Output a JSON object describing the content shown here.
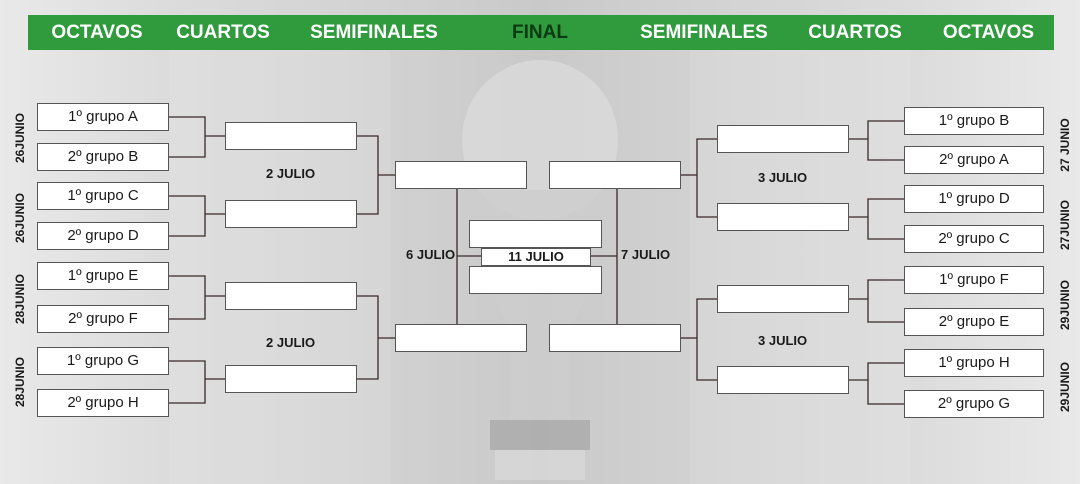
{
  "header": {
    "left_octavos": "OCTAVOS",
    "left_cuartos": "CUARTOS",
    "left_semis": "SEMIFINALES",
    "final": "FINAL",
    "right_semis": "SEMIFINALES",
    "right_cuartos": "CUARTOS",
    "right_octavos": "OCTAVOS"
  },
  "left": {
    "teams": [
      "1º grupo A",
      "2º grupo B",
      "1º grupo C",
      "2º grupo D",
      "1º grupo E",
      "2º grupo F",
      "1º grupo G",
      "2º grupo H"
    ],
    "match_dates": [
      "26JUNIO",
      "26JUNIO",
      "28JUNIO",
      "28JUNIO"
    ],
    "quarter_dates": [
      "2 JULIO",
      "2 JULIO"
    ],
    "semi_date": "6 JULIO"
  },
  "right": {
    "teams": [
      "1º grupo B",
      "2º grupo A",
      "1º grupo D",
      "2º grupo C",
      "1º grupo F",
      "2º grupo E",
      "1º grupo H",
      "2º grupo G"
    ],
    "match_dates": [
      "27 JUNIO",
      "27JUNIO",
      "29JUNIO",
      "29JUNIO"
    ],
    "quarter_dates": [
      "3 JULIO",
      "3 JULIO"
    ],
    "semi_date": "7 JULIO"
  },
  "final": {
    "date": "11 JULIO"
  },
  "colors": {
    "header_bg": "#2f9b3c",
    "header_text": "#ffffff",
    "final_text": "#0c3a12",
    "line": "#3a2a2a"
  }
}
